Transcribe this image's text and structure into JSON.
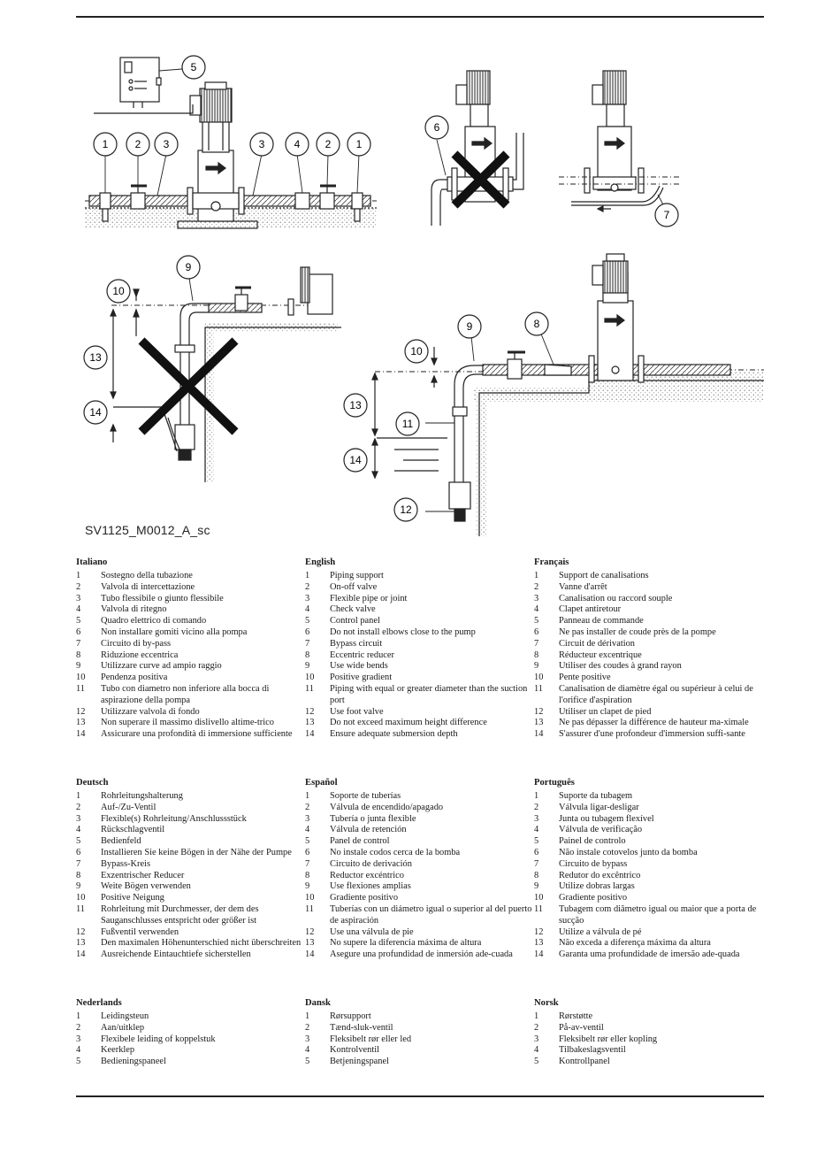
{
  "figure": {
    "caption": "SV1125_M0012_A_sc",
    "callouts": [
      "1",
      "2",
      "3",
      "4",
      "5",
      "6",
      "7",
      "8",
      "9",
      "10",
      "11",
      "12",
      "13",
      "14"
    ]
  },
  "legends": [
    {
      "language": "Italiano",
      "items": [
        {
          "n": "1",
          "t": "Sostegno della tubazione"
        },
        {
          "n": "2",
          "t": "Valvola di intercettazione"
        },
        {
          "n": "3",
          "t": "Tubo flessibile o giunto flessibile"
        },
        {
          "n": "4",
          "t": "Valvola di ritegno"
        },
        {
          "n": "5",
          "t": "Quadro elettrico di comando"
        },
        {
          "n": "6",
          "t": "Non installare gomiti vicino alla pompa"
        },
        {
          "n": "7",
          "t": "Circuito di by-pass"
        },
        {
          "n": "8",
          "t": "Riduzione eccentrica"
        },
        {
          "n": "9",
          "t": "Utilizzare curve ad ampio raggio"
        },
        {
          "n": "10",
          "t": "Pendenza positiva"
        },
        {
          "n": "11",
          "t": "Tubo con diametro non inferiore alla bocca di aspirazione della pompa"
        },
        {
          "n": "12",
          "t": "Utilizzare valvola di fondo"
        },
        {
          "n": "13",
          "t": "Non superare il massimo dislivello altime-trico"
        },
        {
          "n": "14",
          "t": "Assicurare una profondità di immersione sufficiente"
        }
      ]
    },
    {
      "language": "English",
      "items": [
        {
          "n": "1",
          "t": "Piping support"
        },
        {
          "n": "2",
          "t": "On-off valve"
        },
        {
          "n": "3",
          "t": "Flexible pipe or joint"
        },
        {
          "n": "4",
          "t": "Check valve"
        },
        {
          "n": "5",
          "t": "Control panel"
        },
        {
          "n": "6",
          "t": "Do not install elbows close to the pump"
        },
        {
          "n": "7",
          "t": "Bypass circuit"
        },
        {
          "n": "8",
          "t": "Eccentric reducer"
        },
        {
          "n": "9",
          "t": "Use wide bends"
        },
        {
          "n": "10",
          "t": "Positive gradient"
        },
        {
          "n": "11",
          "t": "Piping with equal or greater diameter than the suction port"
        },
        {
          "n": "12",
          "t": "Use foot valve"
        },
        {
          "n": "13",
          "t": "Do not exceed maximum height difference"
        },
        {
          "n": "14",
          "t": "Ensure adequate submersion depth"
        }
      ]
    },
    {
      "language": "Français",
      "items": [
        {
          "n": "1",
          "t": "Support de canalisations"
        },
        {
          "n": "2",
          "t": "Vanne d'arrêt"
        },
        {
          "n": "3",
          "t": "Canalisation ou raccord souple"
        },
        {
          "n": "4",
          "t": "Clapet antiretour"
        },
        {
          "n": "5",
          "t": "Panneau de commande"
        },
        {
          "n": "6",
          "t": "Ne pas installer de coude près de la pompe"
        },
        {
          "n": "7",
          "t": "Circuit de dérivation"
        },
        {
          "n": "8",
          "t": "Réducteur excentrique"
        },
        {
          "n": "9",
          "t": "Utiliser des coudes à grand rayon"
        },
        {
          "n": "10",
          "t": "Pente positive"
        },
        {
          "n": "11",
          "t": "Canalisation de diamètre égal ou supérieur à celui de l'orifice d'aspiration"
        },
        {
          "n": "12",
          "t": "Utiliser un clapet de pied"
        },
        {
          "n": "13",
          "t": "Ne pas dépasser la différence de hauteur ma-ximale"
        },
        {
          "n": "14",
          "t": "S'assurer d'une profondeur d'immersion suffi-sante"
        }
      ]
    },
    {
      "language": "Deutsch",
      "items": [
        {
          "n": "1",
          "t": "Rohrleitungshalterung"
        },
        {
          "n": "2",
          "t": "Auf-/Zu-Ventil"
        },
        {
          "n": "3",
          "t": "Flexible(s) Rohrleitung/Anschlussstück"
        },
        {
          "n": "4",
          "t": "Rückschlagventil"
        },
        {
          "n": "5",
          "t": "Bedienfeld"
        },
        {
          "n": "6",
          "t": "Installieren Sie keine Bögen in der Nähe der Pumpe"
        },
        {
          "n": "7",
          "t": "Bypass-Kreis"
        },
        {
          "n": "8",
          "t": "Exzentrischer Reducer"
        },
        {
          "n": "9",
          "t": "Weite Bögen verwenden"
        },
        {
          "n": "10",
          "t": "Positive Neigung"
        },
        {
          "n": "11",
          "t": "Rohrleitung mit Durchmesser, der dem des Sauganschlusses entspricht oder größer ist"
        },
        {
          "n": "12",
          "t": "Fußventil verwenden"
        },
        {
          "n": "13",
          "t": "Den maximalen Höhenunterschied nicht überschreiten"
        },
        {
          "n": "14",
          "t": "Ausreichende Eintauchtiefe sicherstellen"
        }
      ]
    },
    {
      "language": "Español",
      "items": [
        {
          "n": "1",
          "t": "Soporte de tuberías"
        },
        {
          "n": "2",
          "t": "Válvula de encendido/apagado"
        },
        {
          "n": "3",
          "t": "Tubería o junta flexible"
        },
        {
          "n": "4",
          "t": "Válvula de retención"
        },
        {
          "n": "5",
          "t": "Panel de control"
        },
        {
          "n": "6",
          "t": "No instale codos cerca de la bomba"
        },
        {
          "n": "7",
          "t": "Circuito de derivación"
        },
        {
          "n": "8",
          "t": "Reductor excéntrico"
        },
        {
          "n": "9",
          "t": "Use flexiones amplias"
        },
        {
          "n": "10",
          "t": "Gradiente positivo"
        },
        {
          "n": "11",
          "t": "Tuberías con un diámetro igual o superior al del puerto de aspiración"
        },
        {
          "n": "12",
          "t": "Use una válvula de pie"
        },
        {
          "n": "13",
          "t": "No supere la diferencia máxima de altura"
        },
        {
          "n": "14",
          "t": "Asegure una profundidad de inmersión ade-cuada"
        }
      ]
    },
    {
      "language": "Português",
      "items": [
        {
          "n": "1",
          "t": "Suporte da tubagem"
        },
        {
          "n": "2",
          "t": "Válvula ligar-desligar"
        },
        {
          "n": "3",
          "t": "Junta ou tubagem flexível"
        },
        {
          "n": "4",
          "t": "Válvula de verificação"
        },
        {
          "n": "5",
          "t": "Painel de controlo"
        },
        {
          "n": "6",
          "t": "Não instale cotovelos junto da bomba"
        },
        {
          "n": "7",
          "t": "Circuito de bypass"
        },
        {
          "n": "8",
          "t": "Redutor do excêntrico"
        },
        {
          "n": "9",
          "t": "Utilize dobras largas"
        },
        {
          "n": "10",
          "t": "Gradiente positivo"
        },
        {
          "n": "11",
          "t": "Tubagem com diâmetro igual ou maior que a porta de sucção"
        },
        {
          "n": "12",
          "t": "Utilize a válvula de pé"
        },
        {
          "n": "13",
          "t": "Não exceda a diferença máxima da altura"
        },
        {
          "n": "14",
          "t": "Garanta uma profundidade de imersão ade-quada"
        }
      ]
    },
    {
      "language": "Nederlands",
      "items": [
        {
          "n": "1",
          "t": "Leidingsteun"
        },
        {
          "n": "2",
          "t": "Aan/uitklep"
        },
        {
          "n": "3",
          "t": "Flexibele leiding of koppelstuk"
        },
        {
          "n": "4",
          "t": "Keerklep"
        },
        {
          "n": "5",
          "t": "Bedieningspaneel"
        }
      ]
    },
    {
      "language": "Dansk",
      "items": [
        {
          "n": "1",
          "t": "Rørsupport"
        },
        {
          "n": "2",
          "t": "Tænd-sluk-ventil"
        },
        {
          "n": "3",
          "t": "Fleksibelt rør eller led"
        },
        {
          "n": "4",
          "t": "Kontrolventil"
        },
        {
          "n": "5",
          "t": "Betjeningspanel"
        }
      ]
    },
    {
      "language": "Norsk",
      "items": [
        {
          "n": "1",
          "t": "Rørstøtte"
        },
        {
          "n": "2",
          "t": "På-av-ventil"
        },
        {
          "n": "3",
          "t": "Fleksibelt rør eller kopling"
        },
        {
          "n": "4",
          "t": "Tilbakeslagsventil"
        },
        {
          "n": "5",
          "t": "Kontrollpanel"
        }
      ]
    }
  ]
}
